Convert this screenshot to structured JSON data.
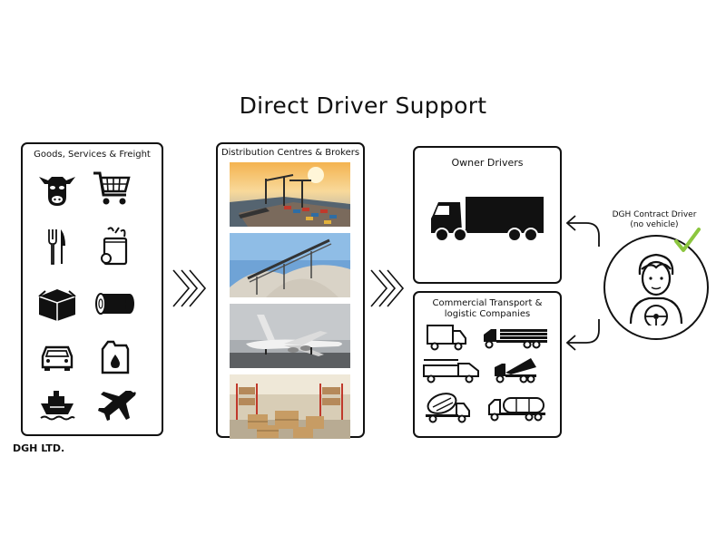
{
  "title": "Direct Driver Support",
  "footer": "DGH LTD.",
  "panels": {
    "goods": "Goods, Services & Freight",
    "distribution": "Distribution Centres & Brokers",
    "owner": "Owner Drivers",
    "commercial_line1": "Commercial Transport &",
    "commercial_line2": "logistic Companies"
  },
  "driver": {
    "line1": "DGH Contract Driver",
    "line2": "(no vehicle)"
  },
  "goods_icons": [
    "cow-icon",
    "shopping-cart-icon",
    "fork-knife-icon",
    "grocery-bag-icon",
    "box-icon",
    "log-icon",
    "car-icon",
    "fuel-can-icon",
    "ship-icon",
    "airplane-icon"
  ],
  "distribution_photos": [
    "container-port-photo",
    "gravel-conveyor-photo",
    "cargo-plane-photo",
    "warehouse-photo"
  ],
  "commercial_icons": [
    "box-truck-icon",
    "log-truck-icon",
    "tow-truck-icon",
    "dump-truck-icon",
    "cement-mixer-icon",
    "tanker-truck-icon"
  ],
  "colors": {
    "check": "#8cc63f",
    "ink": "#111111"
  }
}
